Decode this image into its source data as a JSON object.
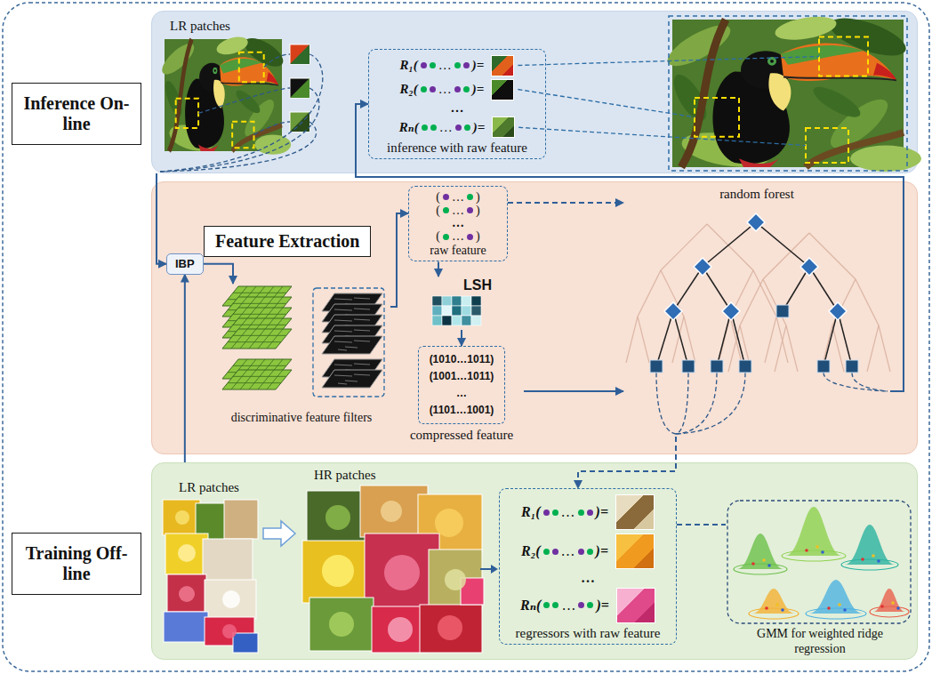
{
  "diagram": {
    "nodes": [
      {
        "text": [
          "Inference On-line",
          "LR patches"
        ]
      },
      {
        "text": [
          "R₁(",
          "…",
          ")=",
          "R₂(",
          "…",
          ")=",
          "…",
          "Rₙ(",
          "…",
          ")=",
          "inference with raw feature"
        ],
        "in": 0
      },
      {
        "text": [
          "Feature Extraction"
        ]
      },
      {
        "text": [
          "IBP"
        ],
        "in": 2
      },
      {
        "text": [
          "discriminative feature filters"
        ],
        "in": 2
      },
      {
        "text": [
          "(",
          "…",
          ")",
          "(",
          "…",
          ")",
          "…",
          "(",
          "…",
          ")",
          "raw feature"
        ],
        "in": 2
      },
      {
        "text": [
          "LSH"
        ],
        "in": 2
      },
      {
        "text": [
          "(1010…1011)",
          "(1001…1011)",
          "…",
          "(1101…1001)",
          "compressed feature"
        ],
        "in": 2
      },
      {
        "text": [
          "random forest"
        ],
        "in": 2
      },
      {
        "text": [
          "Training Off-line",
          "LR patches",
          "HR patches"
        ]
      },
      {
        "text": [
          "R₁(",
          "…",
          ")=",
          "R₂(",
          "…",
          ")=",
          "…",
          "Rₙ(",
          "…",
          ")=",
          "regressors with raw feature"
        ],
        "in": 9
      },
      {
        "text": [
          "GMM for weighted ridge regression"
        ],
        "in": 9
      }
    ],
    "edges": [
      {
        "from": 0,
        "to": 3,
        "arrow": "to"
      },
      {
        "from": 9,
        "to": 3,
        "arrow": "to"
      },
      {
        "from": 3,
        "to": 4,
        "arrow": "to"
      },
      {
        "from": 4,
        "to": 5,
        "arrow": "to"
      },
      {
        "from": 5,
        "to": 6,
        "arrow": "to"
      },
      {
        "from": 6,
        "to": 7,
        "arrow": "to"
      },
      {
        "from": 7,
        "to": 8,
        "arrow": "to"
      },
      {
        "from": 5,
        "to": 8,
        "arrow": "to"
      },
      {
        "from": 8,
        "to": 1,
        "arrow": "to"
      },
      {
        "from": 8,
        "to": 10,
        "arrow": "to"
      },
      {
        "from": 10,
        "to": 11,
        "arrow": "none"
      }
    ]
  }
}
